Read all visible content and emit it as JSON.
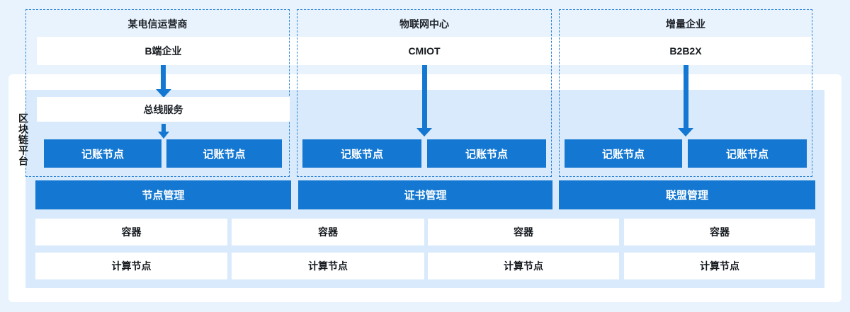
{
  "colors": {
    "page-bg": "#e9f3fd",
    "panel-blue": "#d8eafb",
    "accent": "#1478d2",
    "dash": "#2b83d8"
  },
  "diagram": {
    "platform_label": "区块链平台",
    "columns": [
      {
        "title": "某电信运营商",
        "entity": "B端企业",
        "bus_service": "总线服务",
        "nodes": [
          "记账节点",
          "记账节点"
        ],
        "management": "节点管理"
      },
      {
        "title": "物联网中心",
        "entity": "CMIOT",
        "nodes": [
          "记账节点",
          "记账节点"
        ],
        "management": "证书管理"
      },
      {
        "title": "增量企业",
        "entity": "B2B2X",
        "nodes": [
          "记账节点",
          "记账节点"
        ],
        "management": "联盟管理"
      }
    ],
    "infrastructure": {
      "containers": [
        "容器",
        "容器",
        "容器",
        "容器"
      ],
      "compute_nodes": [
        "计算节点",
        "计算节点",
        "计算节点",
        "计算节点"
      ]
    }
  }
}
